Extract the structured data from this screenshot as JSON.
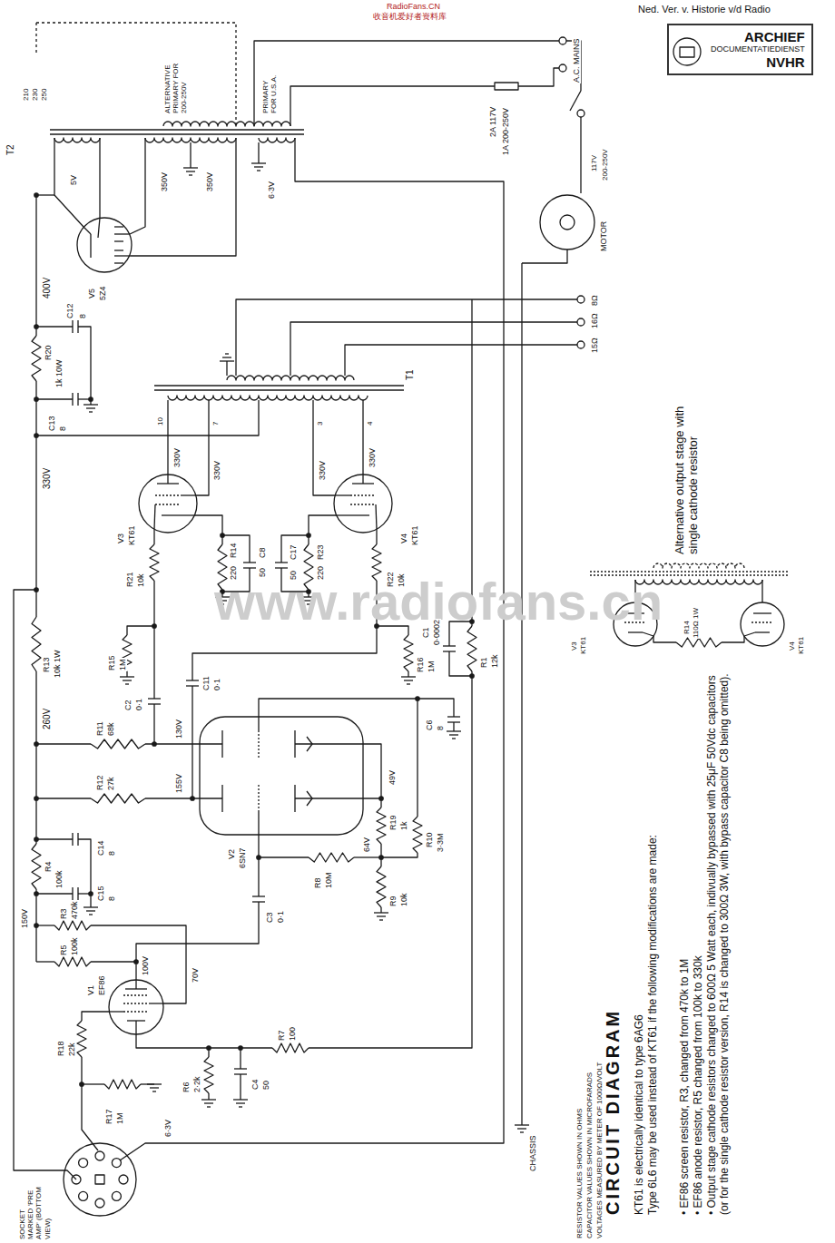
{
  "diagram": {
    "title": "CIRCUIT DIAGRAM",
    "nodes": [
      {
        "text": [
          "ARCHIEF",
          "DOCUMENTATIEDIENST",
          "NVHR"
        ]
      }
    ],
    "labels": [
      "RadioFans.CN",
      "收音机爱好者资料库",
      "Ned. Ver. v. Historie v/d Radio",
      "www.radiofans.cn",
      "T2",
      "210",
      "230",
      "250",
      "ALTERNATIVE PRIMARY FOR 200-250V",
      "PRIMARY FOR U.S.A.",
      "2A 117V",
      "1A 200-250V",
      "A.C. MAINS",
      "117V",
      "200-250V",
      "MOTOR",
      "5V",
      "350V",
      "350V",
      "6·3V",
      "V5",
      "5Z4",
      "400V",
      "R20",
      "1k 10W",
      "C12",
      "8",
      "C13",
      "8",
      "330V",
      "T1",
      "10",
      "7",
      "3",
      "4",
      "8Ω",
      "16Ω",
      "15Ω",
      "330V",
      "330V",
      "330V",
      "330V",
      "V3",
      "KT61",
      "V4",
      "KT61",
      "R21",
      "10k",
      "R22",
      "10k",
      "R14",
      "220",
      "C8",
      "50",
      "C17",
      "50",
      "R23",
      "220",
      "R15",
      "1M",
      "R16",
      "1M",
      "C2",
      "0·1",
      "C11",
      "0·1",
      "R13",
      "10k 1W",
      "260V",
      "R11",
      "68k",
      "R12",
      "27k",
      "130V",
      "155V",
      "V2",
      "6SN7",
      "49V",
      "R19",
      "1k",
      "64V",
      "R9",
      "10k",
      "R10",
      "3·3M",
      "C6",
      "8",
      "R8",
      "10M",
      "C3",
      "0·1",
      "R4",
      "100k",
      "C14",
      "8",
      "C15",
      "8",
      "150V",
      "R3",
      "470k",
      "R5",
      "100k",
      "100V",
      "70V",
      "V1",
      "EF86",
      "R18",
      "22k",
      "R17",
      "1M",
      "R6",
      "2·2k",
      "C4",
      "50",
      "R7",
      "100",
      "R1",
      "12k",
      "C1",
      "0·0002",
      "6·3V",
      "CHASSIS",
      "SOCKET MARKED 'PRE AMP' (BOTTOM VIEW)",
      "RESISTOR VALUES SHOWN IN OHMS",
      "CAPACITOR VALUES SHOWN IN MICROFARADS",
      "VOLTAGES MEASURED BY METER OF 1000Ω/VOLT",
      "KT61 is electrically identical to type 6AG6",
      "Type 6L6 may be used instead of KT61 if the following modifications are made:",
      "• EF86 screen resistor, R3, changed from 470k to 1M",
      "• EF86 anode resistor, R5 changed from 100k to 330k",
      "• Output stage cathode resistors changed to 600Ω 5 Watt each, indivually bypassed with 25μF 50Vdc capacitors (or for the single cathode resistor version, R14 is changed to 300Ω 3W, with bypass capacitor C8 being omitted).",
      "Alternative output stage with single cathode resistor",
      "V3",
      "KT61",
      "V4",
      "KT61",
      "R14",
      "110Ω 1W"
    ]
  }
}
